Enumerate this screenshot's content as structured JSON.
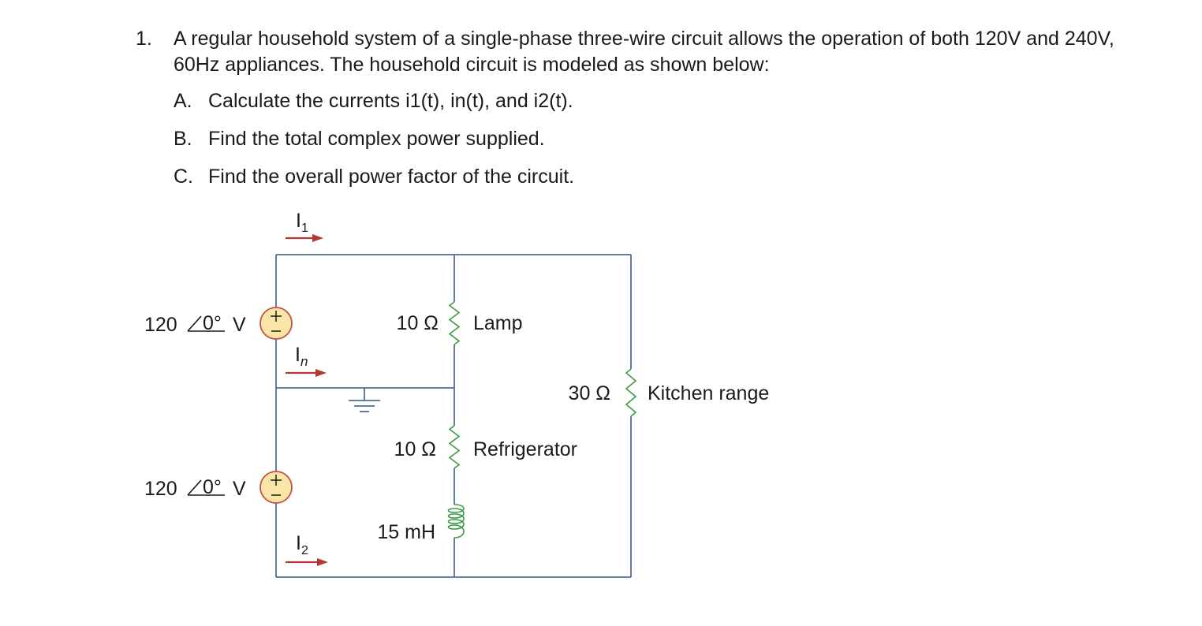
{
  "problem": {
    "number": "1.",
    "statement": "A regular household system of a single-phase three-wire circuit allows the operation of both 120V and 240V, 60Hz appliances. The household circuit is modeled as shown below:",
    "parts": [
      {
        "label": "A.",
        "text": "Calculate the currents i1(t), in(t), and i2(t)."
      },
      {
        "label": "B.",
        "text": "Find the total complex power supplied."
      },
      {
        "label": "C.",
        "text": "Find the overall power factor of the circuit."
      }
    ]
  },
  "circuit": {
    "source_top": {
      "magnitude": "120",
      "angle": "0°",
      "unit": "V"
    },
    "source_bottom": {
      "magnitude": "120",
      "angle": "0°",
      "unit": "V"
    },
    "currents": {
      "i1": {
        "main": "I",
        "sub": "1"
      },
      "in": {
        "main": "I",
        "sub": "n"
      },
      "i2": {
        "main": "I",
        "sub": "2"
      }
    },
    "lamp": {
      "value": "10 Ω",
      "name": "Lamp"
    },
    "refrigerator": {
      "value": "10 Ω",
      "name": "Refrigerator"
    },
    "inductor": {
      "value": "15 mH"
    },
    "kitchen_range": {
      "value": "30 Ω",
      "name": "Kitchen range"
    },
    "colors": {
      "wire": "#4e6e94",
      "resistor": "#3e9a46",
      "arrow": "#b13a30",
      "source_fill": "#f9e6a6",
      "source_stroke": "#c0524a"
    }
  }
}
